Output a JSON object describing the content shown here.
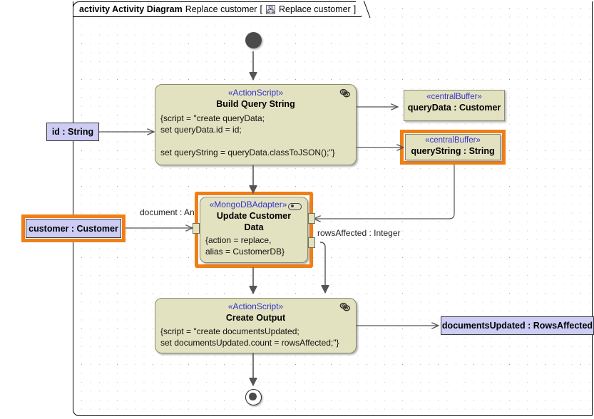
{
  "diagram": {
    "header": {
      "keyword": "activity Activity Diagram",
      "name": "Replace customer",
      "bracket_open": "[",
      "icon": "activity-diagram-icon",
      "qualified_name": "Replace customer",
      "bracket_close": "]"
    },
    "accent_selection_color": "#f07f15",
    "node_fill_color": "#e3e2c0",
    "parameter_fill_color": "#ccccf5",
    "stereotype_color": "#3333cc",
    "nodes": {
      "initial": {
        "name": "initial-node"
      },
      "final": {
        "name": "activity-final-node"
      },
      "build_query": {
        "stereotype": "«ActionScript»",
        "name": "Build Query String",
        "body": "{script = \"create queryData;\nset queryData.id = id;\n\nset queryString = queryData.classToJSON();\"}",
        "icon": "script-links-icon"
      },
      "update_customer": {
        "stereotype": "«MongoDBAdapter»",
        "name": "Update Customer\nData",
        "body": "{action = replace,\nalias = CustomerDB}",
        "icon": "adapter-pill-icon",
        "selected": true
      },
      "create_output": {
        "stereotype": "«ActionScript»",
        "name": "Create Output",
        "body": "{script = \"create documentsUpdated;\nset documentsUpdated.count = rowsAffected;\"}",
        "icon": "script-links-icon"
      },
      "query_data_buffer": {
        "stereotype": "«centralBuffer»",
        "name": "queryData : Customer",
        "selected": false
      },
      "query_string_buffer": {
        "stereotype": "«centralBuffer»",
        "name": "queryString : String",
        "selected": true
      }
    },
    "parameters": {
      "id_param": {
        "label": "id : String",
        "selected": false
      },
      "customer_param": {
        "label": "customer : Customer",
        "selected": true
      },
      "documents_updated_param": {
        "label": "documentsUpdated : RowsAffected",
        "selected": false
      }
    },
    "edge_labels": {
      "document_any": "document : Any",
      "rows_affected": "rowsAffected : Integer"
    }
  }
}
